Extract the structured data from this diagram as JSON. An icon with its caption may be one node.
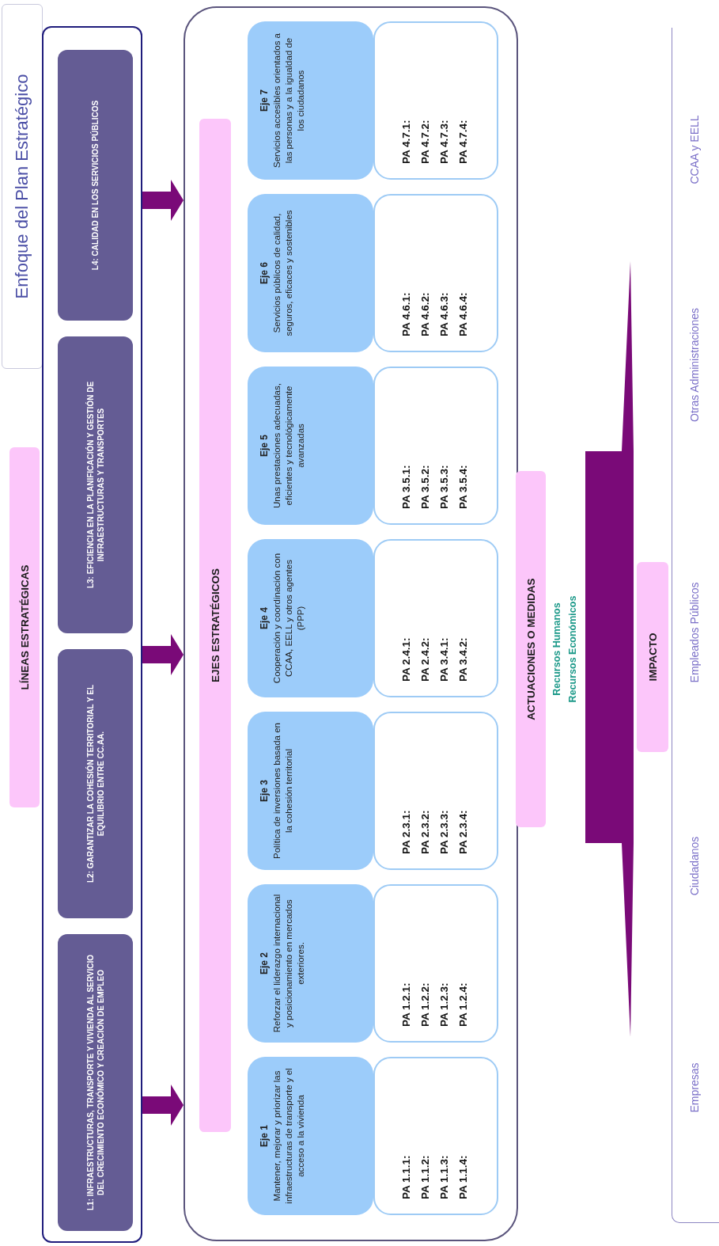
{
  "diagram": {
    "title": "Enfoque del Plan Estratégico",
    "nodes": [
      {
        "text": [
          "LÍNEAS ESTRATÉGICAS"
        ]
      },
      {
        "text": [],
        "shape": "box"
      },
      {
        "text": [
          "L1: INFRAESTRUCTURAS, TRANSPORTE Y VIVIENDA AL SERVICIO DEL CRECIMIENTO ECONÓMICO Y CREACIÓN DE EMPLEO"
        ],
        "in": 1
      },
      {
        "text": [
          "L2: GARANTIZAR LA COHESIÓN TERRITORIAL Y EL EQUILIBRIO ENTRE CC.AA."
        ],
        "in": 1
      },
      {
        "text": [
          "L3: EFICIENCIA EN LA PLANIFICACIÓN Y GESTIÓN DE INFRAESTRUCTURAS Y TRANSPORTES"
        ],
        "in": 1
      },
      {
        "text": [
          "L4: CALIDAD EN LOS SERVICIOS PÚBLICOS"
        ],
        "in": 1
      },
      {
        "text": [],
        "shape": "box"
      },
      {
        "text": [
          "EJES ESTRATÉGICOS"
        ],
        "in": 6
      },
      {
        "text": [
          "Eje 1",
          "Mantener, mejorar y priorizar las infraestructuras de transporte y el acceso a la vivienda"
        ],
        "in": 6
      },
      {
        "text": [
          "Eje 2",
          "Reforzar el liderazgo internacional y posicionamiento en mercados exteriores."
        ],
        "in": 6
      },
      {
        "text": [
          "Eje 3",
          "Política de inversiones basada en la cohesión territorial"
        ],
        "in": 6
      },
      {
        "text": [
          "Eje 4",
          "Cooperación y coordinación con CCAA, EELL y otros agentes (PPP)"
        ],
        "in": 6
      },
      {
        "text": [
          "Eje 5",
          "Unas prestaciones adecuadas, eficientes y tecnológicamente avanzadas"
        ],
        "in": 6
      },
      {
        "text": [
          "Eje 6",
          "Servicios públicos de calidad, seguros, eficaces y sostenibles"
        ],
        "in": 6
      },
      {
        "text": [
          "Eje 7",
          "Servicios accesibles orientados a las personas y a la igualdad de los ciudadanos"
        ],
        "in": 6
      },
      {
        "text": [
          "PA 1.1.1:",
          "PA 1.1.2:",
          "PA 1.1.3:",
          "PA 1.1.4:"
        ],
        "in": 6
      },
      {
        "text": [
          "PA 1.2.1:",
          "PA 1.2.2:",
          "PA 1.2.3:",
          "PA 1.2.4:"
        ],
        "in": 6
      },
      {
        "text": [
          "PA 2.3.1:",
          "PA 2.3.2:",
          "PA 2.3.3:",
          "PA 2.3.4:"
        ],
        "in": 6
      },
      {
        "text": [
          "PA 2.4.1:",
          "PA 2.4.2:",
          "PA 3.4.1:",
          "PA 3.4.2:"
        ],
        "in": 6
      },
      {
        "text": [
          "PA 3.5.1:",
          "PA 3.5.2:",
          "PA 3.5.3:",
          "PA 3.5.4:"
        ],
        "in": 6
      },
      {
        "text": [
          "PA 4.6.1:",
          "PA 4.6.2:",
          "PA 4.6.3:",
          "PA 4.6.4:"
        ],
        "in": 6
      },
      {
        "text": [
          "PA 4.7.1:",
          "PA 4.7.2:",
          "PA 4.7.3:",
          "PA 4.7.4:"
        ],
        "in": 6
      },
      {
        "text": [
          "ACTUACIONES O MEDIDAS"
        ]
      },
      {
        "text": [
          "IMPACTO"
        ]
      },
      {
        "text": [
          "Empresas",
          "Ciudadanos",
          "Empleados Públicos",
          "Otras Administraciones",
          "CCAA y EELL"
        ]
      }
    ],
    "edges": [
      {
        "from": 1,
        "to": 6,
        "arrow": "to"
      },
      {
        "from": 1,
        "to": 6,
        "arrow": "to"
      },
      {
        "from": 1,
        "to": 6,
        "arrow": "to"
      }
    ],
    "labels": [
      "Recursos Humanos",
      "Recursos Económicos"
    ]
  }
}
